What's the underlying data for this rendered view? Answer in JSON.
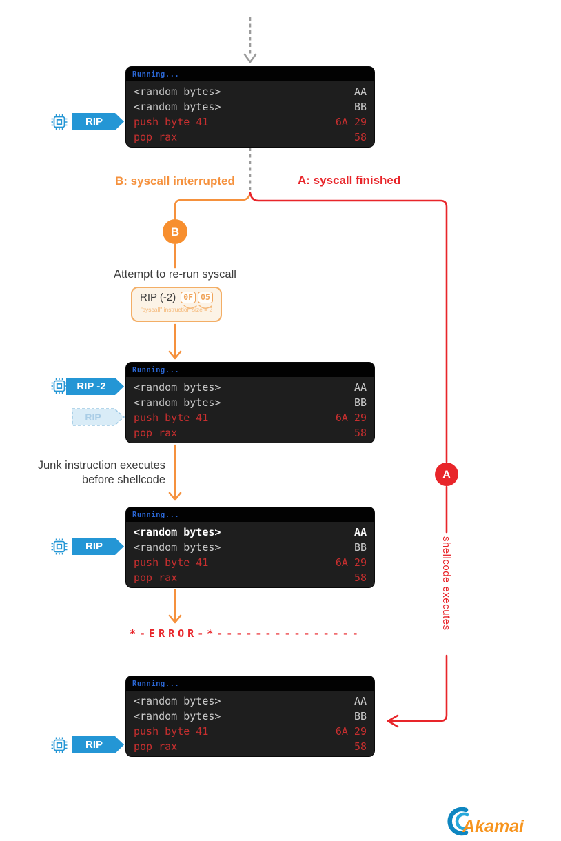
{
  "labels": {
    "branch_b": "B: syscall interrupted",
    "branch_a": "A: syscall finished",
    "node_b": "B",
    "node_a": "A",
    "attempt": "Attempt to re-run syscall",
    "junk1": "Junk instruction executes",
    "junk2": "before shellcode",
    "error": "*-ERROR-*---------------",
    "shellcode": "shellcode executes"
  },
  "rip_box": {
    "label": "RIP (-2)",
    "byte1": "0F",
    "byte2": "05",
    "caption": "\"syscall\" instruction size = 2"
  },
  "rip_markers": {
    "t1": "RIP",
    "t2_main": "RIP -2",
    "t2_ghost": "RIP",
    "t3": "RIP",
    "t4": "RIP"
  },
  "terminals": [
    {
      "title": "Running...",
      "rows": [
        {
          "left": "<random bytes>",
          "right": "AA"
        },
        {
          "left": "<random bytes>",
          "right": "BB"
        },
        {
          "left": "push byte 41",
          "right": "6A 29"
        },
        {
          "left": "pop rax",
          "right": "58"
        }
      ]
    },
    {
      "title": "Running...",
      "rows": [
        {
          "left": "<random bytes>",
          "right": "AA"
        },
        {
          "left": "<random bytes>",
          "right": "BB"
        },
        {
          "left": "push byte 41",
          "right": "6A 29"
        },
        {
          "left": "pop rax",
          "right": "58"
        }
      ]
    },
    {
      "title": "Running...",
      "rows": [
        {
          "left": "<random bytes>",
          "right": "AA"
        },
        {
          "left": "<random bytes>",
          "right": "BB"
        },
        {
          "left": "push byte 41",
          "right": "6A 29"
        },
        {
          "left": "pop rax",
          "right": "58"
        }
      ]
    },
    {
      "title": "Running...",
      "rows": [
        {
          "left": "<random bytes>",
          "right": "AA"
        },
        {
          "left": "<random bytes>",
          "right": "BB"
        },
        {
          "left": "push byte 41",
          "right": "6A 29"
        },
        {
          "left": "pop rax",
          "right": "58"
        }
      ]
    }
  ],
  "logo": {
    "brand": "Akamai"
  },
  "colors": {
    "orange": "#F5913D",
    "orange_node": "#F78F2F",
    "red": "#E8252A",
    "blue_label": "#2496D5",
    "ghost_label_bg": "#D9ECF7",
    "ghost_label_text": "#A9CDE6",
    "terminal_bg": "#1E1E1E",
    "terminal_titlebar": "#020202",
    "terminal_title_blue": "#2A65D0",
    "terminal_gray": "#C9C9C9",
    "terminal_red": "#C72F2F",
    "dashed_gray": "#9B9B9B",
    "logo_blue": "#0E86C0",
    "logo_orange": "#F7941D"
  }
}
